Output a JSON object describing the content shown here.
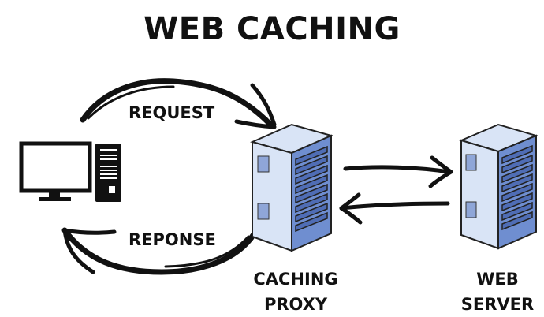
{
  "title": "WEB CACHING",
  "labels": {
    "request": "REQUEST",
    "response": "REPONSE"
  },
  "nodes": {
    "proxy_line1": "CACHING",
    "proxy_line2": "PROXY",
    "server_line1": "WEB",
    "server_line2": "SERVER"
  },
  "colors": {
    "server_blue": "#6f8ed0",
    "server_light": "#d9e4f6",
    "ink": "#111111"
  }
}
